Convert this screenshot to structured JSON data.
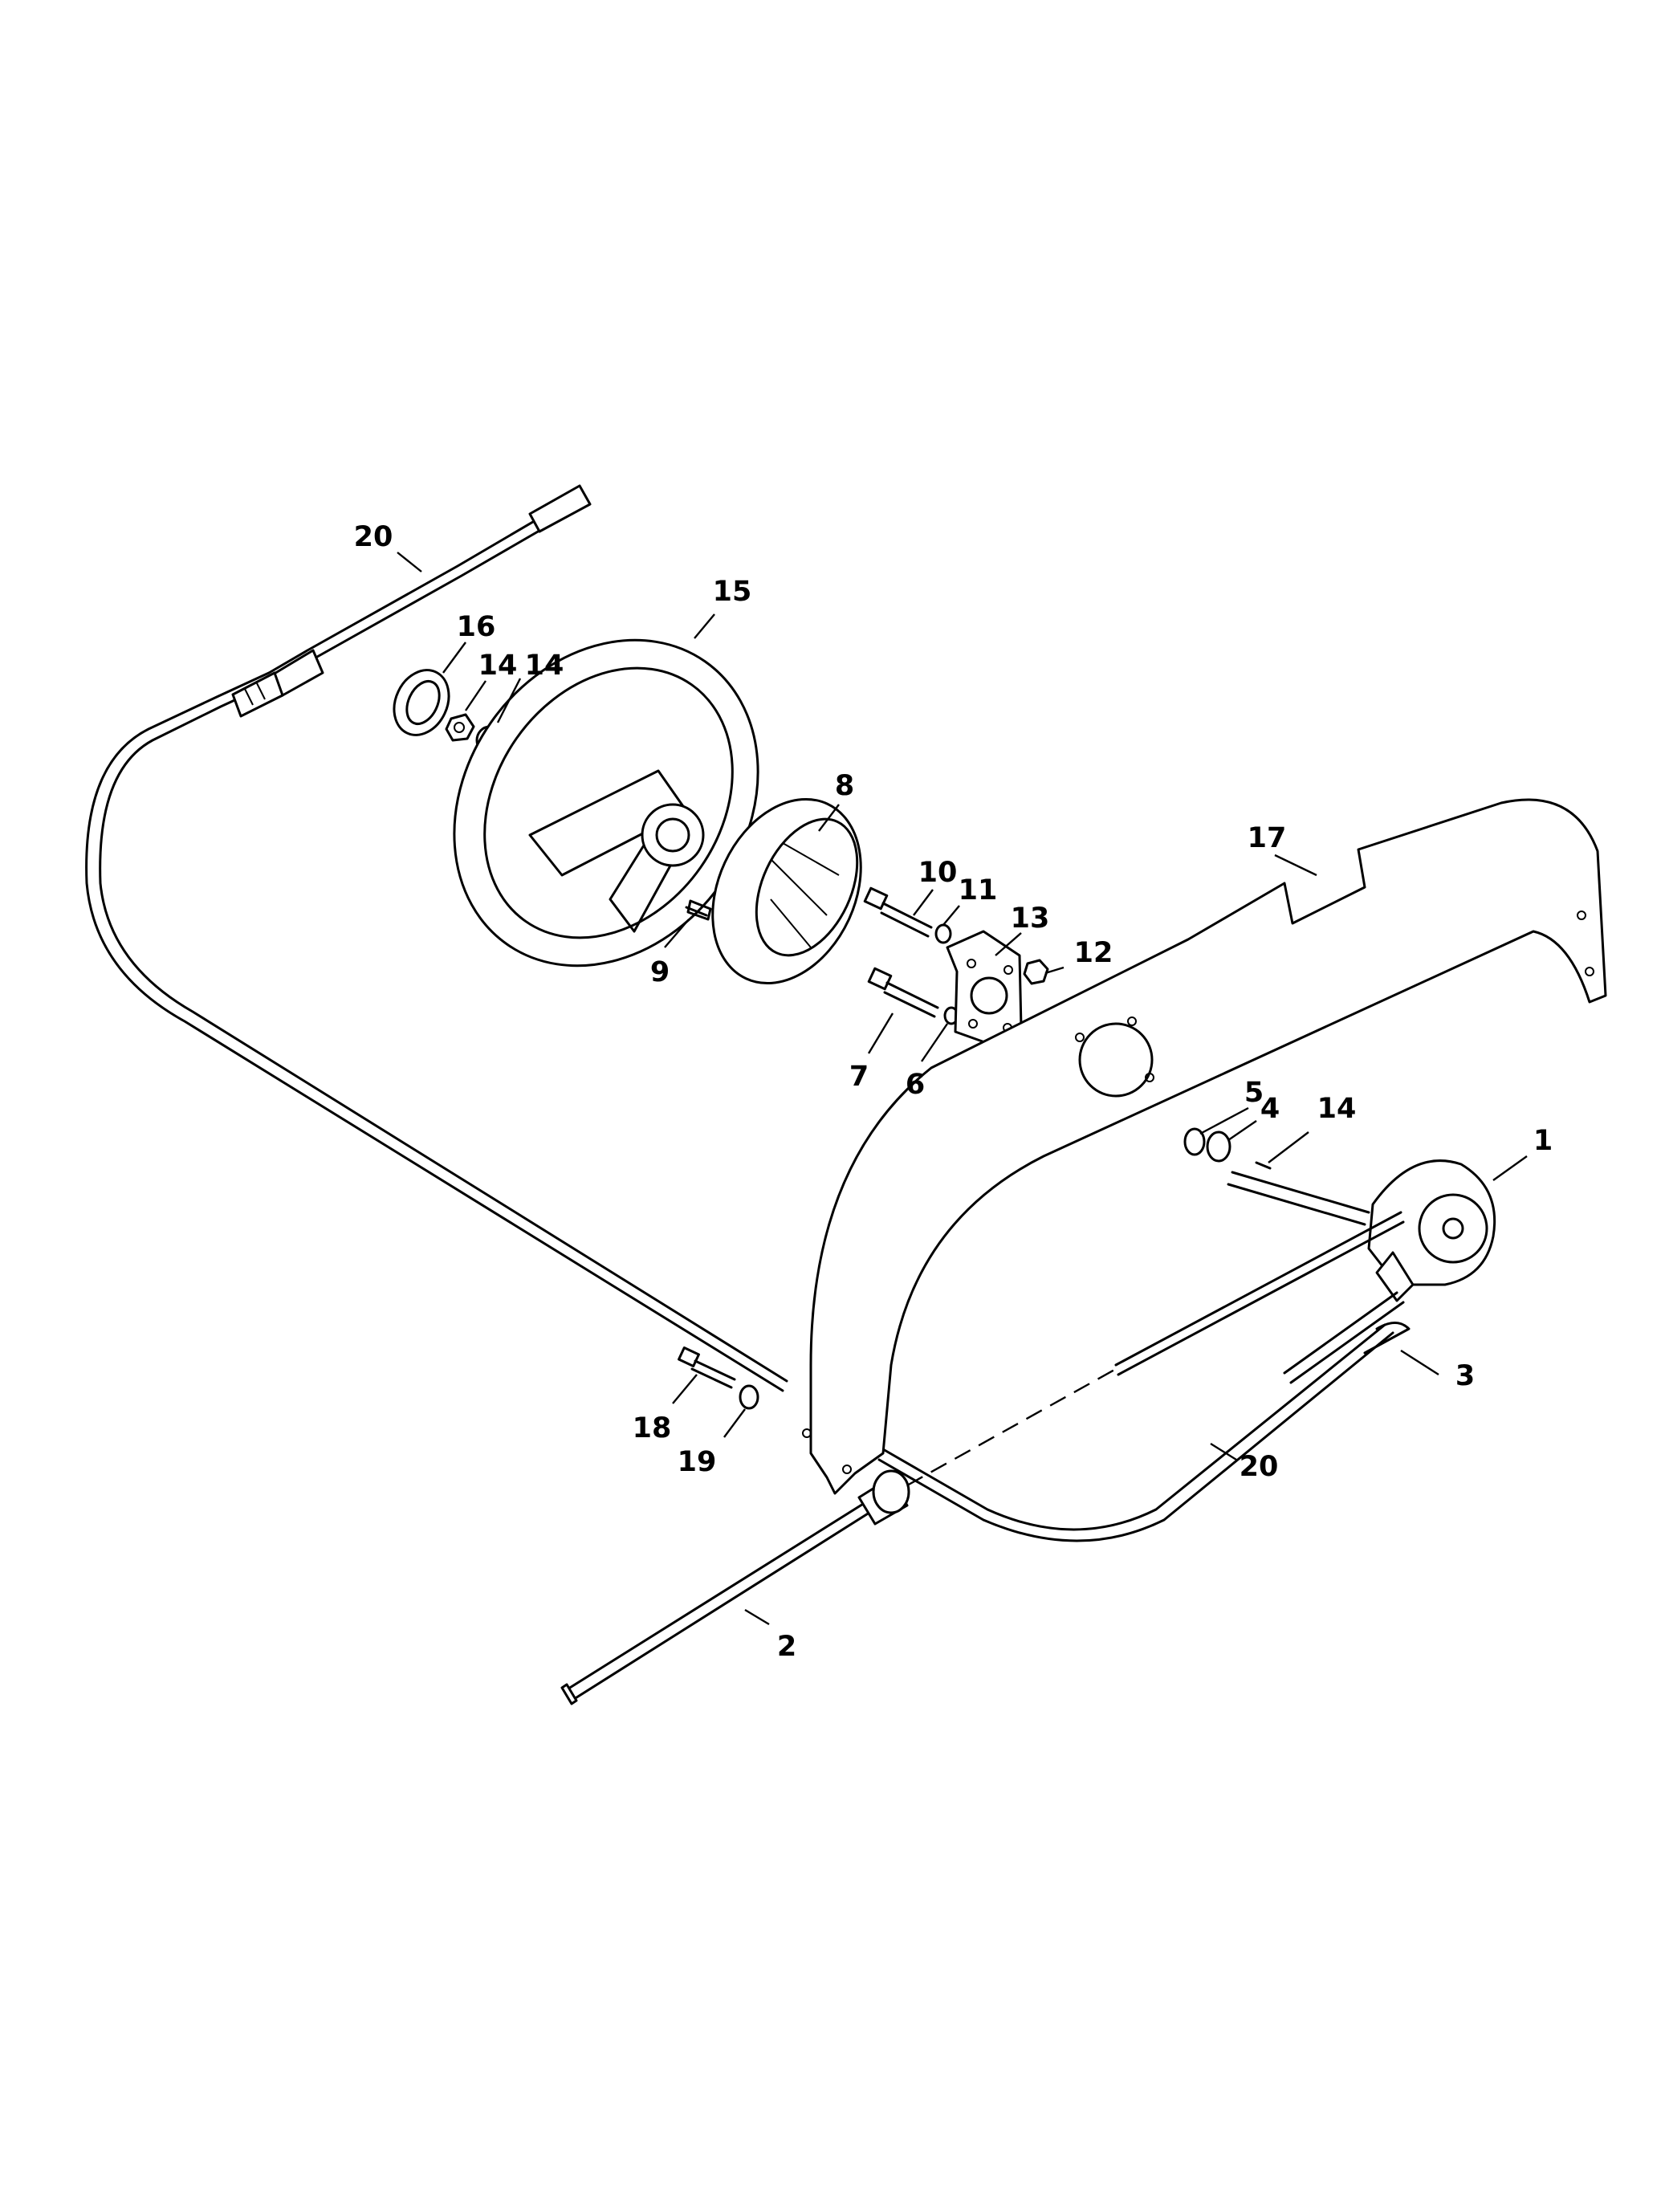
{
  "callouts": [
    {
      "id": "c20a",
      "text": "20"
    },
    {
      "id": "c16",
      "text": "16"
    },
    {
      "id": "c14a",
      "text": "14"
    },
    {
      "id": "c14b",
      "text": "14"
    },
    {
      "id": "c15",
      "text": "15"
    },
    {
      "id": "c8",
      "text": "8"
    },
    {
      "id": "c17",
      "text": "17"
    },
    {
      "id": "c10",
      "text": "10"
    },
    {
      "id": "c11",
      "text": "11"
    },
    {
      "id": "c13",
      "text": "13"
    },
    {
      "id": "c12",
      "text": "12"
    },
    {
      "id": "c9",
      "text": "9"
    },
    {
      "id": "c7",
      "text": "7"
    },
    {
      "id": "c6",
      "text": "6"
    },
    {
      "id": "c5",
      "text": "5"
    },
    {
      "id": "c4",
      "text": "4"
    },
    {
      "id": "c14c",
      "text": "14"
    },
    {
      "id": "c1",
      "text": "1"
    },
    {
      "id": "c3",
      "text": "3"
    },
    {
      "id": "c18",
      "text": "18"
    },
    {
      "id": "c19",
      "text": "19"
    },
    {
      "id": "c20b",
      "text": "20"
    },
    {
      "id": "c2",
      "text": "2"
    }
  ]
}
